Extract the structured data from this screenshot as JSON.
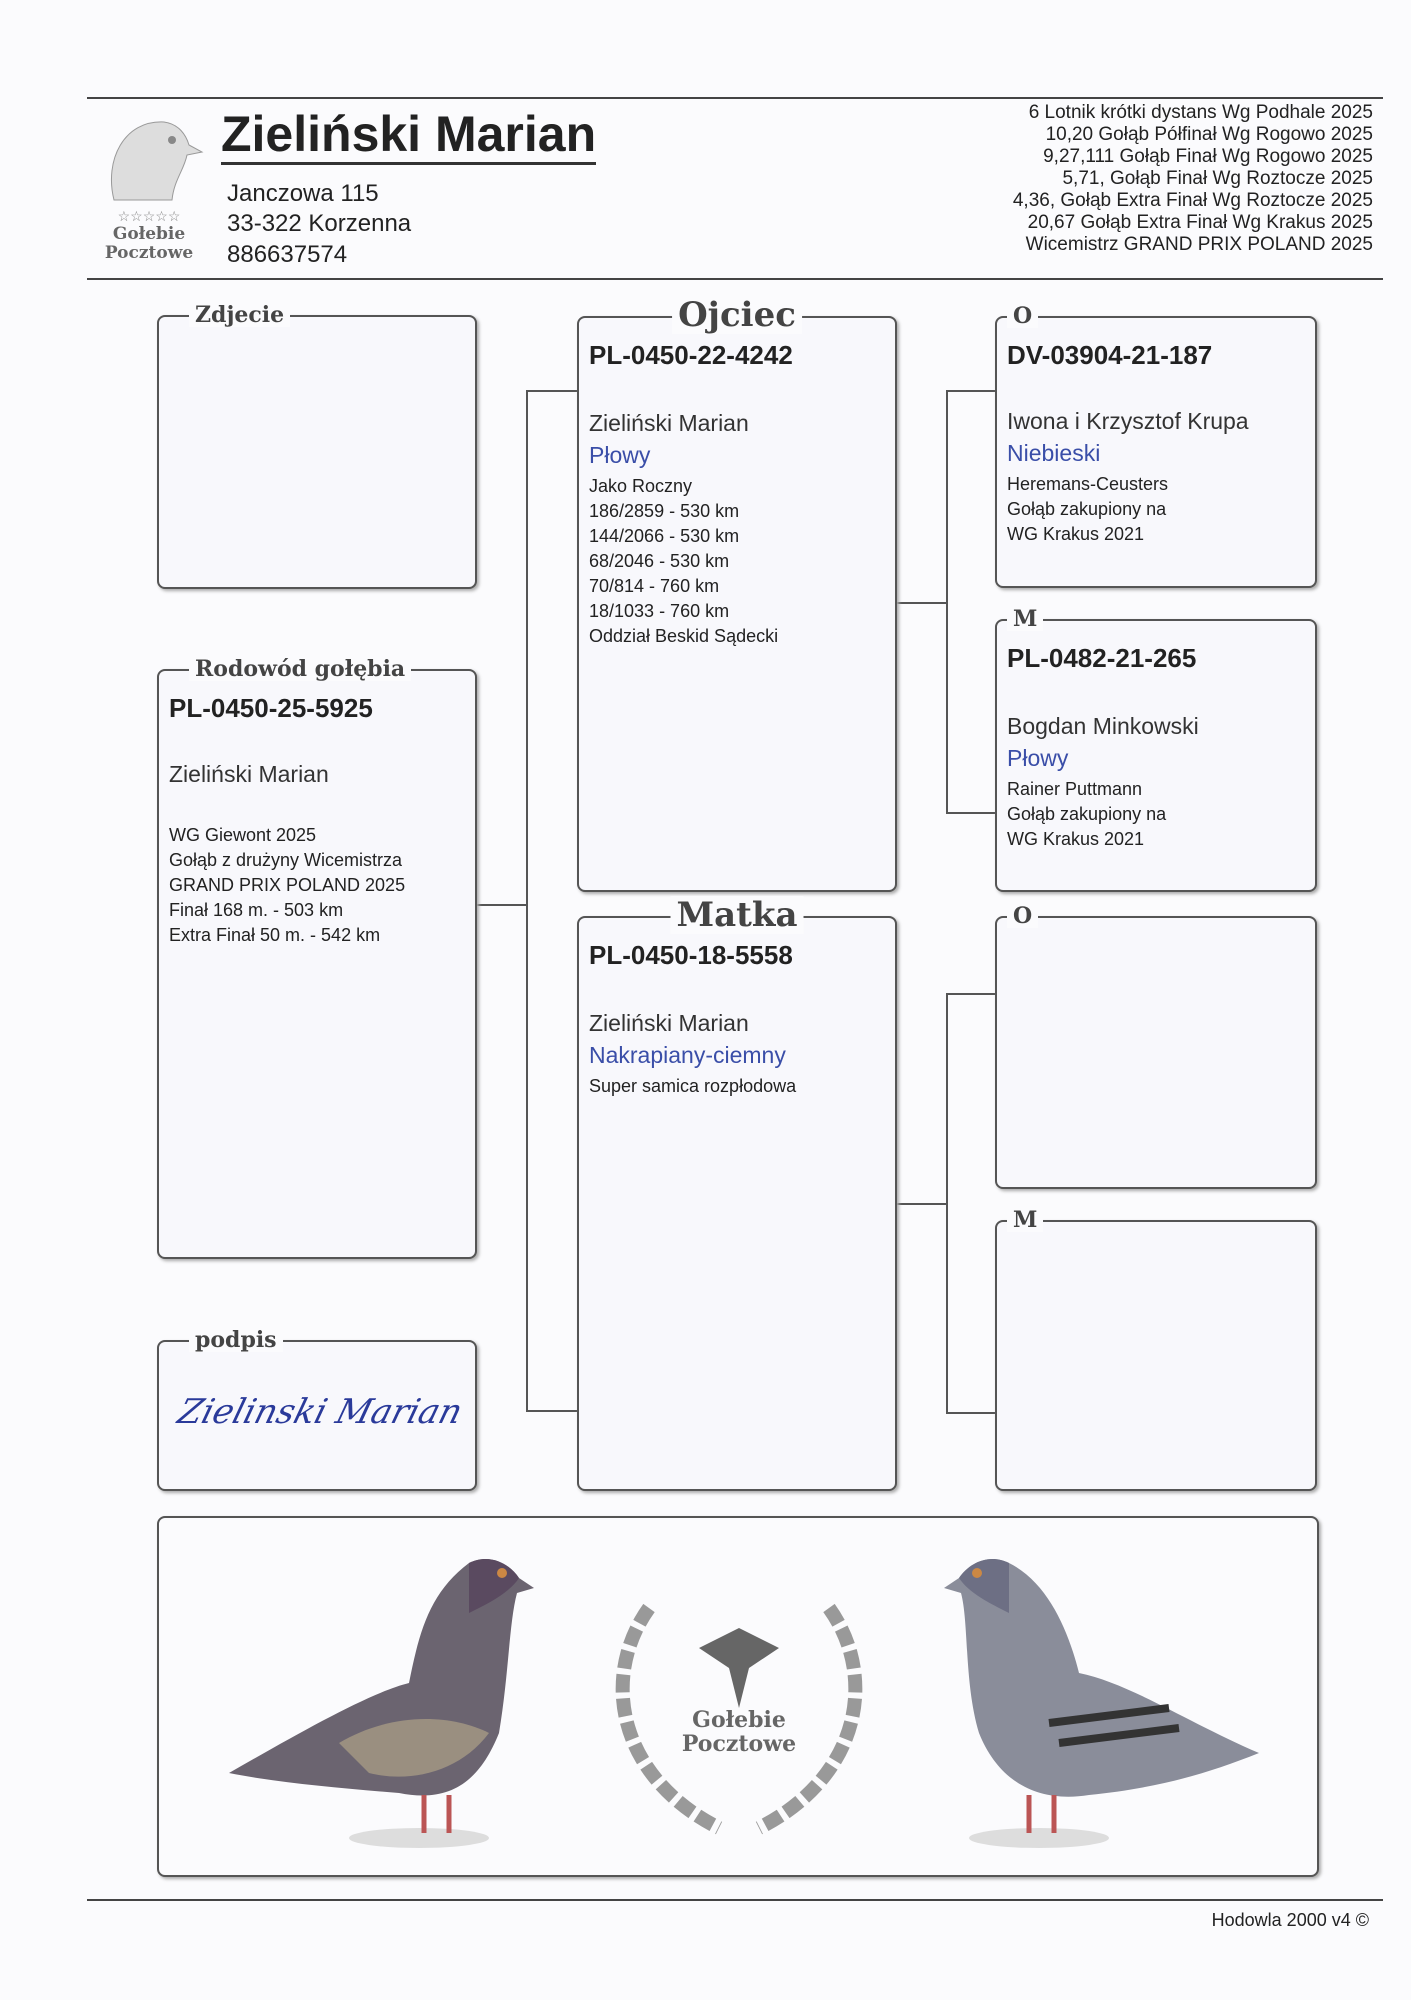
{
  "header": {
    "breeder_name": "Zieliński Marian",
    "address_line1": "Janczowa 115",
    "address_line2": "33-322 Korzenna",
    "phone": "886637574",
    "logo_text": [
      "Gołebie",
      "Pocztowe"
    ],
    "achievements": [
      "6 Lotnik krótki dystans Wg Podhale 2025",
      "10,20 Gołąb Półfinał Wg Rogowo 2025",
      "9,27,111 Gołąb Finał Wg Rogowo 2025",
      "5,71, Gołąb Finał Wg Roztocze 2025",
      "4,36, Gołąb Extra Finał  Wg Roztocze 2025",
      "20,67 Gołąb Extra Finał Wg Krakus 2025",
      "Wicemistrz GRAND PRIX POLAND 2025"
    ]
  },
  "photo": {
    "label": "Zdjecie"
  },
  "pigeon": {
    "label": "Rodowód gołębia",
    "ring": "PL-0450-25-5925",
    "owner": "Zieliński Marian",
    "notes": [
      "WG Giewont 2025",
      "Gołąb z drużyny Wicemistrza",
      "GRAND PRIX POLAND 2025",
      "Finał 168 m. - 503 km",
      "Extra Finał 50 m. - 542 km"
    ]
  },
  "signature": {
    "label": "podpis",
    "text": "Zielinski Marian"
  },
  "father": {
    "label": "Ojciec",
    "ring": "PL-0450-22-4242",
    "owner": "Zieliński Marian",
    "color": "Płowy",
    "notes": [
      "Jako Roczny",
      "186/2859 - 530 km",
      "144/2066 - 530 km",
      "68/2046 - 530 km",
      "70/814 - 760 km",
      "18/1033 - 760 km",
      "Oddział Beskid Sądecki"
    ]
  },
  "mother": {
    "label": "Matka",
    "ring": "PL-0450-18-5558",
    "owner": "Zieliński Marian",
    "color": "Nakrapiany-ciemny",
    "notes": [
      "Super samica rozpłodowa"
    ]
  },
  "ff": {
    "label": "O",
    "ring": "DV-03904-21-187",
    "owner": "Iwona i Krzysztof Krupa",
    "color": "Niebieski",
    "notes": [
      "Heremans-Ceusters",
      "Gołąb zakupiony na",
      "WG Krakus 2021"
    ]
  },
  "fm": {
    "label": "M",
    "ring": "PL-0482-21-265",
    "owner": "Bogdan Minkowski",
    "color": "Płowy",
    "notes": [
      "Rainer Puttmann",
      "Gołąb zakupiony na",
      "WG Krakus 2021"
    ]
  },
  "mf": {
    "label": "O"
  },
  "mm": {
    "label": "M"
  },
  "banner": {
    "logo_text": [
      "Gołebie",
      "Pocztowe"
    ]
  },
  "footer": {
    "text": "Hodowla 2000 v4 ©"
  }
}
